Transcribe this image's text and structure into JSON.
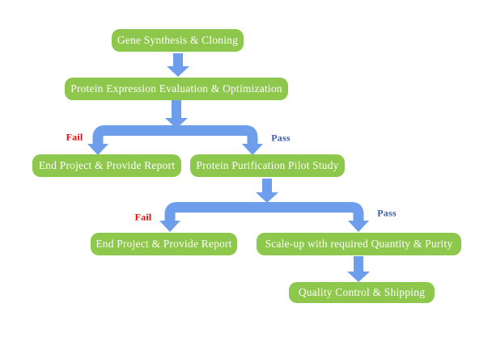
{
  "diagram": {
    "type": "flowchart",
    "nodes": [
      {
        "id": "gene-synthesis",
        "label": "Gene Synthesis & Cloning"
      },
      {
        "id": "expression-evaluation",
        "label": "Protein Expression Evaluation & Optimization"
      },
      {
        "id": "end-project-1",
        "label": "End Project & Provide Report"
      },
      {
        "id": "pilot-study",
        "label": "Protein Purification Pilot Study"
      },
      {
        "id": "end-project-2",
        "label": "End Project & Provide Report"
      },
      {
        "id": "scale-up",
        "label": "Scale-up with required Quantity & Purity"
      },
      {
        "id": "qc-shipping",
        "label": "Quality Control & Shipping"
      }
    ],
    "branch_labels": {
      "fail_1": "Fail",
      "pass_1": "Pass",
      "fail_2": "Fail",
      "pass_2": "Pass"
    },
    "edges": [
      {
        "from": "gene-synthesis",
        "to": "expression-evaluation",
        "condition": ""
      },
      {
        "from": "expression-evaluation",
        "to": "end-project-1",
        "condition": "Fail"
      },
      {
        "from": "expression-evaluation",
        "to": "pilot-study",
        "condition": "Pass"
      },
      {
        "from": "pilot-study",
        "to": "end-project-2",
        "condition": "Fail"
      },
      {
        "from": "pilot-study",
        "to": "scale-up",
        "condition": "Pass"
      },
      {
        "from": "scale-up",
        "to": "qc-shipping",
        "condition": ""
      }
    ],
    "colors": {
      "node_fill": "#8DC74B",
      "node_text": "#FFFFFF",
      "arrow": "#6D9EEB",
      "fail_label": "#EE0000",
      "pass_label": "#3A5CA8",
      "background": "#FFFFFF"
    }
  }
}
